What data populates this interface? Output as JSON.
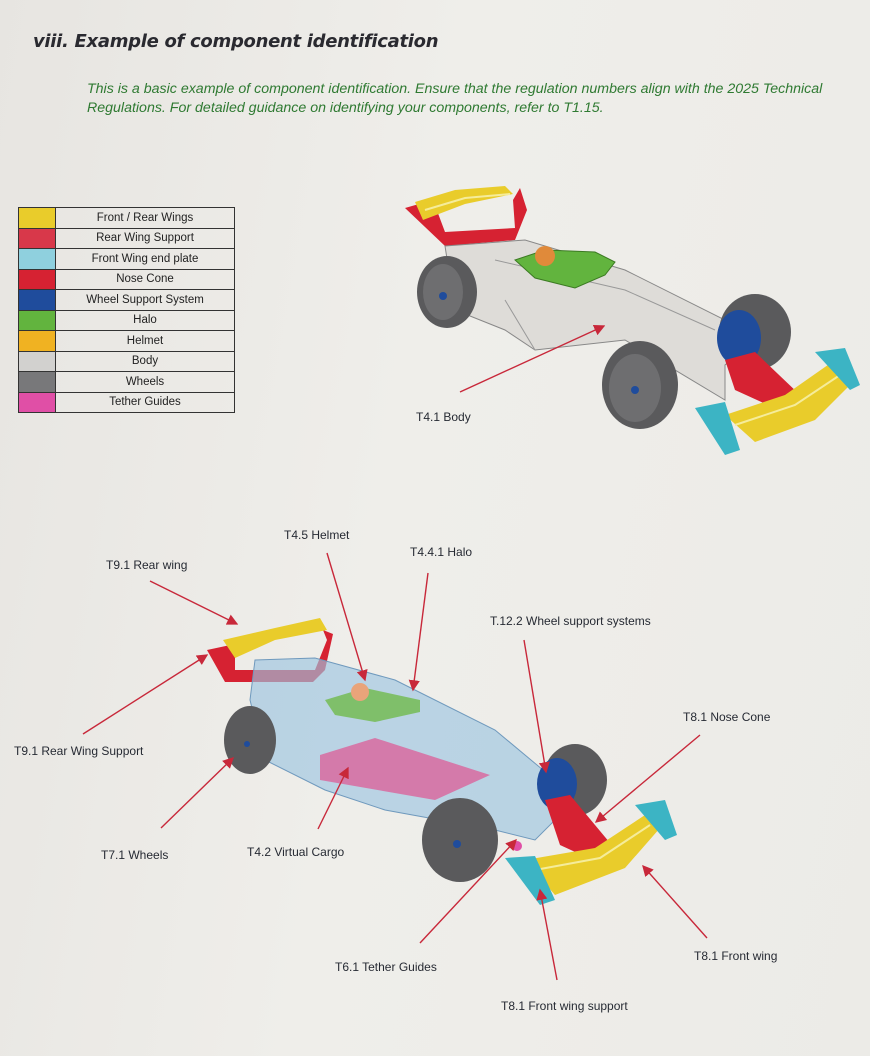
{
  "heading": "viii. Example of component identification",
  "intro": "This is a basic example of component identification. Ensure that the regulation numbers align with the 2025 Technical Regulations. For detailed guidance on identifying your components, refer to T1.15.",
  "legend": [
    {
      "label": "Front / Rear Wings",
      "color": "#e9cc2b"
    },
    {
      "label": "Rear Wing Support",
      "color": "#d8384a"
    },
    {
      "label": "Front Wing end plate",
      "color": "#8fd0de"
    },
    {
      "label": "Nose Cone",
      "color": "#d62232"
    },
    {
      "label": "Wheel Support System",
      "color": "#1f4c9c"
    },
    {
      "label": "Halo",
      "color": "#62b43e"
    },
    {
      "label": "Helmet",
      "color": "#f0b222"
    },
    {
      "label": "Body",
      "color": "#d2d1cf"
    },
    {
      "label": "Wheels",
      "color": "#78787a"
    },
    {
      "label": "Tether Guides",
      "color": "#e04fa6"
    }
  ],
  "top_figure": {
    "label": "T4.1 Body"
  },
  "bottom_figure": {
    "labels": {
      "helmet": "T4.5 Helmet",
      "halo": "T4.4.1 Halo",
      "rear_wing": "T9.1 Rear wing",
      "wheel_support": "T.12.2 Wheel support systems",
      "nose_cone": "T8.1 Nose Cone",
      "rear_wing_support": "T9.1 Rear Wing Support",
      "wheels": "T7.1 Wheels",
      "virtual_cargo": "T4.2 Virtual Cargo",
      "front_wing": "T8.1 Front wing",
      "tether_guides": "T6.1 Tether Guides",
      "front_wing_support": "T8.1 Front wing support"
    }
  },
  "colors": {
    "arrow": "#c8283a",
    "intro_text": "#2f7a32",
    "heading_text": "#2a2a30"
  }
}
